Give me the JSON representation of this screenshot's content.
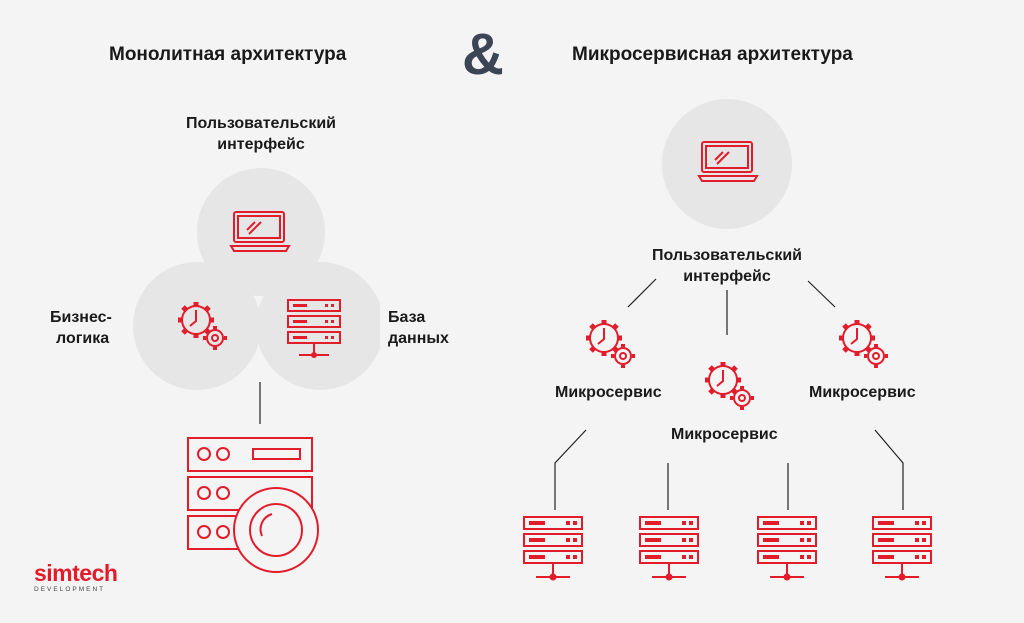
{
  "titles": {
    "monolith": "Монолитная архитектура",
    "ampersand": "&",
    "microservice": "Микросервисная архитектура"
  },
  "monolith": {
    "ui_label_line1": "Пользовательский",
    "ui_label_line2": "интерфейс",
    "business_line1": "Бизнес-",
    "business_line2": "логика",
    "db_line1": "База",
    "db_line2": "данных"
  },
  "micro": {
    "ui_label_line1": "Пользовательский",
    "ui_label_line2": "интерфейс",
    "service_left": "Микросервис",
    "service_center": "Микросервис",
    "service_right": "Микросервис"
  },
  "logo": {
    "main": "simtech",
    "sub": "DEVELOPMENT"
  },
  "colors": {
    "accent": "#e21c2b",
    "circle": "#e6e6e6",
    "line": "#222222",
    "ampersand": "#3b4556"
  }
}
